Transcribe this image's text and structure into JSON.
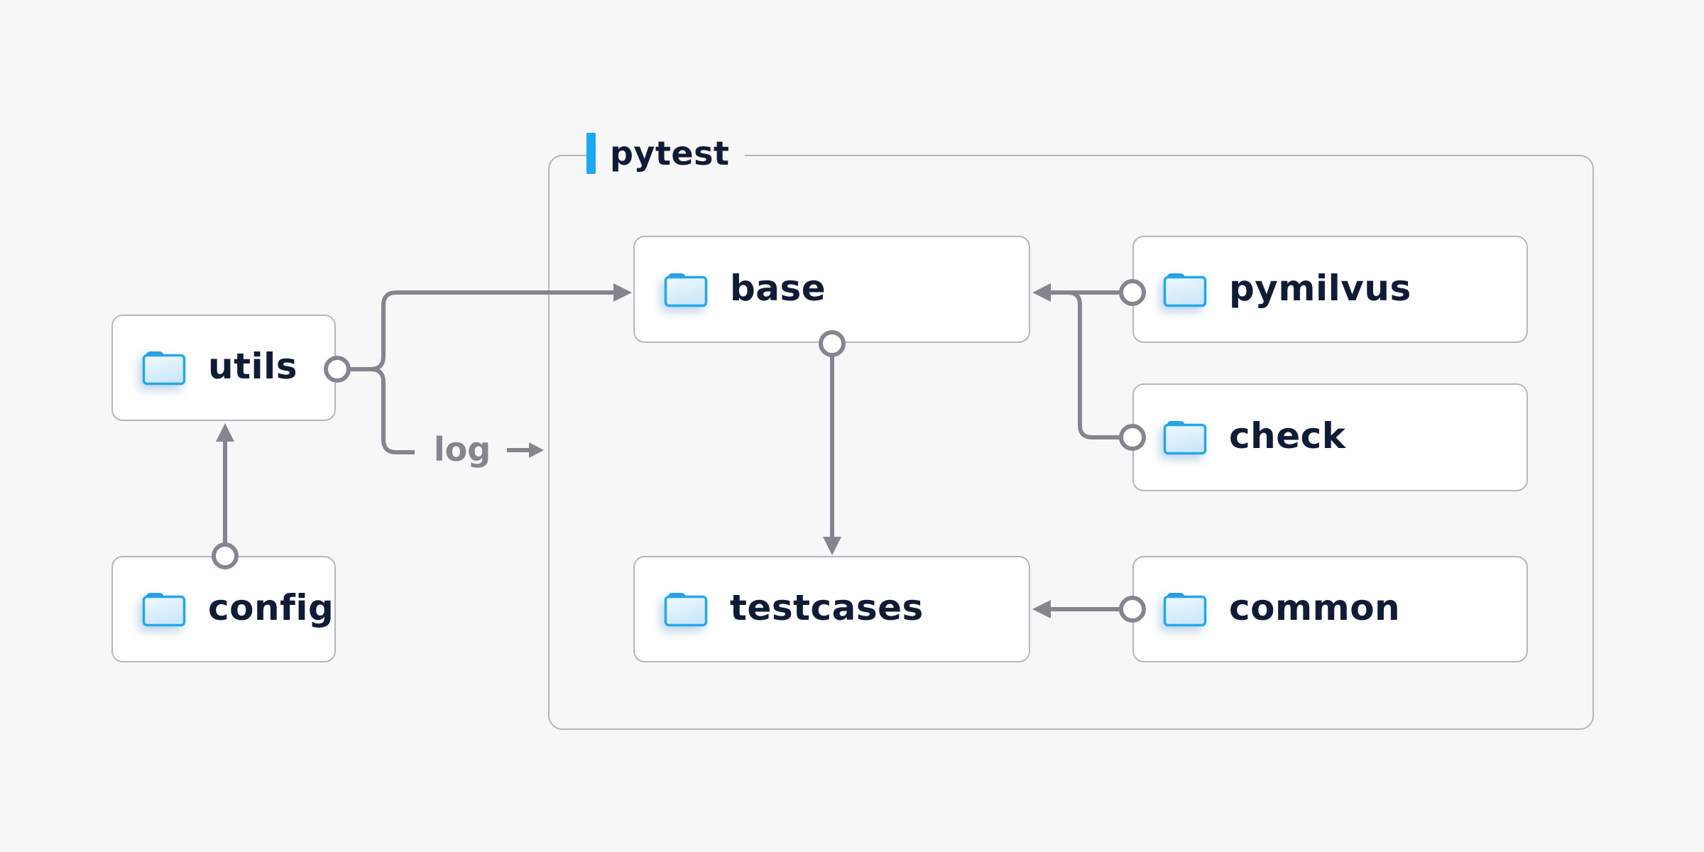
{
  "diagram": {
    "group": {
      "label": "pytest"
    },
    "edge_label": "log",
    "nodes": {
      "utils": {
        "label": "utils"
      },
      "config": {
        "label": "config"
      },
      "base": {
        "label": "base"
      },
      "testcases": {
        "label": "testcases"
      },
      "pymilvus": {
        "label": "pymilvus"
      },
      "check": {
        "label": "check"
      },
      "common": {
        "label": "common"
      }
    },
    "edges": [
      {
        "from": "config",
        "to": "utils"
      },
      {
        "from": "utils",
        "to": "base"
      },
      {
        "from": "utils",
        "to": "log"
      },
      {
        "from": "pymilvus",
        "to": "base"
      },
      {
        "from": "check",
        "to": "base"
      },
      {
        "from": "base",
        "to": "testcases"
      },
      {
        "from": "common",
        "to": "testcases"
      }
    ],
    "colors": {
      "background": "#f7f7f8",
      "node_fill": "#ffffff",
      "node_border": "#b6b6c1",
      "line": "#85858f",
      "text": "#101b36",
      "muted_text": "#85858f",
      "accent_blue": "#1aa9f0",
      "folder_blue": "#25a7ea"
    }
  }
}
